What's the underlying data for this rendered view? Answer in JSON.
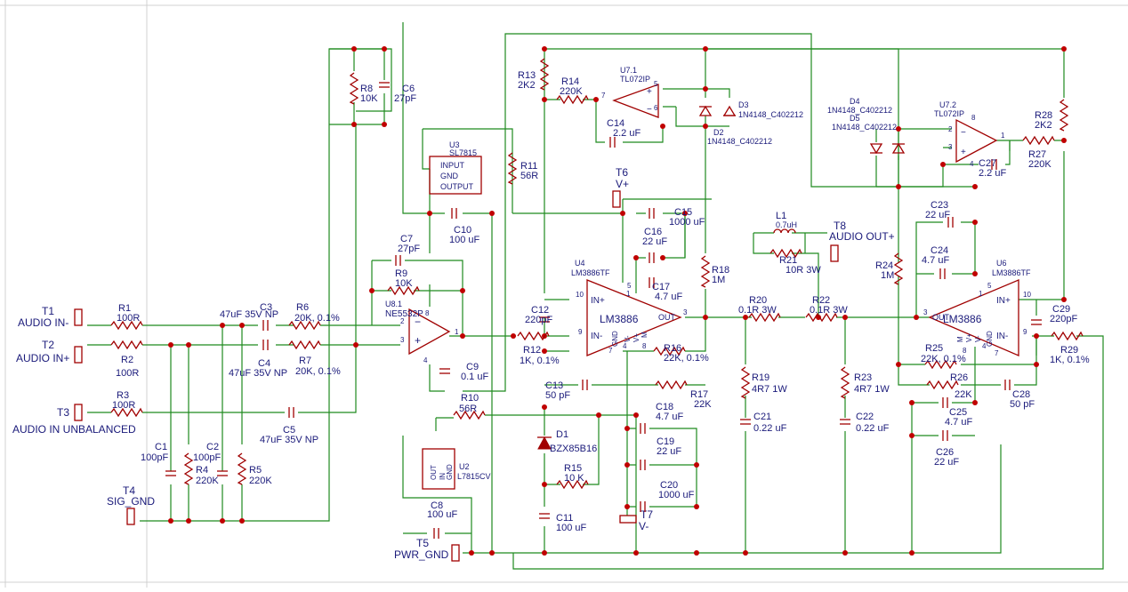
{
  "terminals": {
    "t1": {
      "ref": "T1",
      "label": "AUDIO IN-"
    },
    "t2": {
      "ref": "T2",
      "label": "AUDIO IN+"
    },
    "t3": {
      "ref": "T3",
      "label": "AUDIO IN UNBALANCED"
    },
    "t4": {
      "ref": "T4",
      "label": "SIG_GND"
    },
    "t5": {
      "ref": "T5",
      "label": "PWR_GND"
    },
    "t6": {
      "ref": "T6",
      "label": "V+"
    },
    "t7": {
      "ref": "T7",
      "label": "V-"
    },
    "t8": {
      "ref": "T8",
      "label": "AUDIO OUT+"
    }
  },
  "resistors": {
    "r1": {
      "ref": "R1",
      "value": "100R"
    },
    "r2": {
      "ref": "R2",
      "value": "100R"
    },
    "r3": {
      "ref": "R3",
      "value": "100R"
    },
    "r4": {
      "ref": "R4",
      "value": "220K"
    },
    "r5": {
      "ref": "R5",
      "value": "220K"
    },
    "r6": {
      "ref": "R6",
      "value": "20K, 0.1%"
    },
    "r7": {
      "ref": "R7",
      "value": "20K, 0.1%"
    },
    "r8": {
      "ref": "R8",
      "value": "10K"
    },
    "r9": {
      "ref": "R9",
      "value": "10K"
    },
    "r10": {
      "ref": "R10",
      "value": "56R"
    },
    "r11": {
      "ref": "R11",
      "value": "56R"
    },
    "r12": {
      "ref": "R12",
      "value": "1K, 0.1%"
    },
    "r13": {
      "ref": "R13",
      "value": "2K2"
    },
    "r14": {
      "ref": "R14",
      "value": "220K"
    },
    "r15": {
      "ref": "R15",
      "value": "10 K"
    },
    "r16": {
      "ref": "R16",
      "value": "22K, 0.1%"
    },
    "r17": {
      "ref": "R17",
      "value": "22K"
    },
    "r18": {
      "ref": "R18",
      "value": "1M"
    },
    "r19": {
      "ref": "R19",
      "value": "4R7 1W"
    },
    "r20": {
      "ref": "R20",
      "value": "0.1R 3W"
    },
    "r21": {
      "ref": "R21",
      "value": "10R 3W"
    },
    "r22": {
      "ref": "R22",
      "value": "0.1R 3W"
    },
    "r23": {
      "ref": "R23",
      "value": "4R7 1W"
    },
    "r24": {
      "ref": "R24",
      "value": "1M"
    },
    "r25": {
      "ref": "R25",
      "value": "22K, 0.1%"
    },
    "r26": {
      "ref": "R26",
      "value": "22K"
    },
    "r27": {
      "ref": "R27",
      "value": "220K"
    },
    "r28": {
      "ref": "R28",
      "value": "2K2"
    },
    "r29": {
      "ref": "R29",
      "value": "1K, 0.1%"
    }
  },
  "capacitors": {
    "c1": {
      "ref": "C1",
      "value": "100pF"
    },
    "c2": {
      "ref": "C2",
      "value": "100pF"
    },
    "c3": {
      "ref": "C3",
      "value": "47uF 35V NP"
    },
    "c3b": {
      "value": "47uF 35V NP"
    },
    "c4": {
      "ref": "C4",
      "value": "47uF 35V NP"
    },
    "c5": {
      "ref": "C5",
      "value": "47uF 35V NP"
    },
    "c6": {
      "ref": "C6",
      "value": "27pF"
    },
    "c7": {
      "ref": "C7",
      "value": "27pF"
    },
    "c8": {
      "ref": "C8",
      "value": "100 uF"
    },
    "c9": {
      "ref": "C9",
      "value": "0.1 uF"
    },
    "c10": {
      "ref": "C10",
      "value": "100 uF"
    },
    "c11": {
      "ref": "C11",
      "value": "100 uF"
    },
    "c12": {
      "ref": "C12",
      "value": "220pF"
    },
    "c13": {
      "ref": "C13",
      "value": "50 pF"
    },
    "c14": {
      "ref": "C14",
      "value": "2.2 uF"
    },
    "c15": {
      "ref": "C15",
      "value": "1000 uF"
    },
    "c16": {
      "ref": "C16",
      "value": "22 uF"
    },
    "c17": {
      "ref": "C17",
      "value": "4.7 uF"
    },
    "c18": {
      "ref": "C18",
      "value": "4.7 uF"
    },
    "c19": {
      "ref": "C19",
      "value": "22 uF"
    },
    "c20": {
      "ref": "C20",
      "value": "1000 uF"
    },
    "c21": {
      "ref": "C21",
      "value": "0.22 uF"
    },
    "c22": {
      "ref": "C22",
      "value": "0.22 uF"
    },
    "c23": {
      "ref": "C23",
      "value": "22 uF"
    },
    "c24": {
      "ref": "C24",
      "value": "4.7 uF"
    },
    "c25": {
      "ref": "C25",
      "value": "4.7 uF"
    },
    "c26": {
      "ref": "C26",
      "value": "22 uF"
    },
    "c27": {
      "ref": "C27",
      "value": "2.2 uF"
    },
    "c28": {
      "ref": "C28",
      "value": "50 pF"
    },
    "c29": {
      "ref": "C29",
      "value": "220pF"
    }
  },
  "inductors": {
    "l1": {
      "ref": "L1",
      "value": "0.7uH"
    }
  },
  "diodes": {
    "d1": {
      "ref": "D1",
      "value": "BZX85B16"
    },
    "d2": {
      "ref": "D2",
      "value": "1N4148_C402212"
    },
    "d3": {
      "ref": "D3",
      "value": "1N4148_C402212"
    },
    "d4": {
      "ref": "D4",
      "value": "1N4148_C402212"
    },
    "d5": {
      "ref": "D5",
      "value": "1N4148_C402212"
    }
  },
  "ics": {
    "u2": {
      "ref": "U2",
      "value": "L7815CV",
      "pins": [
        "OUT",
        "IN",
        "GND"
      ]
    },
    "u3": {
      "ref": "U3",
      "value": "SL7815",
      "pins": [
        "INPUT",
        "GND",
        "OUTPUT"
      ]
    },
    "u4": {
      "ref": "U4",
      "value": "LM3886TF",
      "body": "LM3886",
      "pins": [
        "IN+",
        "IN-",
        "OUT",
        "GND",
        "V-",
        "V+",
        "M"
      ]
    },
    "u6": {
      "ref": "U6",
      "value": "LM3886TF",
      "body": "LM3886",
      "pins": [
        "IN+",
        "IN-",
        "OUT",
        "GND",
        "V-",
        "V+",
        "M"
      ]
    },
    "u71": {
      "ref": "U7.1",
      "value": "TL072IP"
    },
    "u72": {
      "ref": "U7.2",
      "value": "TL072IP"
    },
    "u81": {
      "ref": "U8.1",
      "value": "NE5532P"
    }
  },
  "pin_numbers": {
    "p1": "1",
    "p2": "2",
    "p3": "3",
    "p4": "4",
    "p5": "5",
    "p6": "6",
    "p7": "7",
    "p8": "8",
    "p9": "9",
    "p10": "10"
  }
}
